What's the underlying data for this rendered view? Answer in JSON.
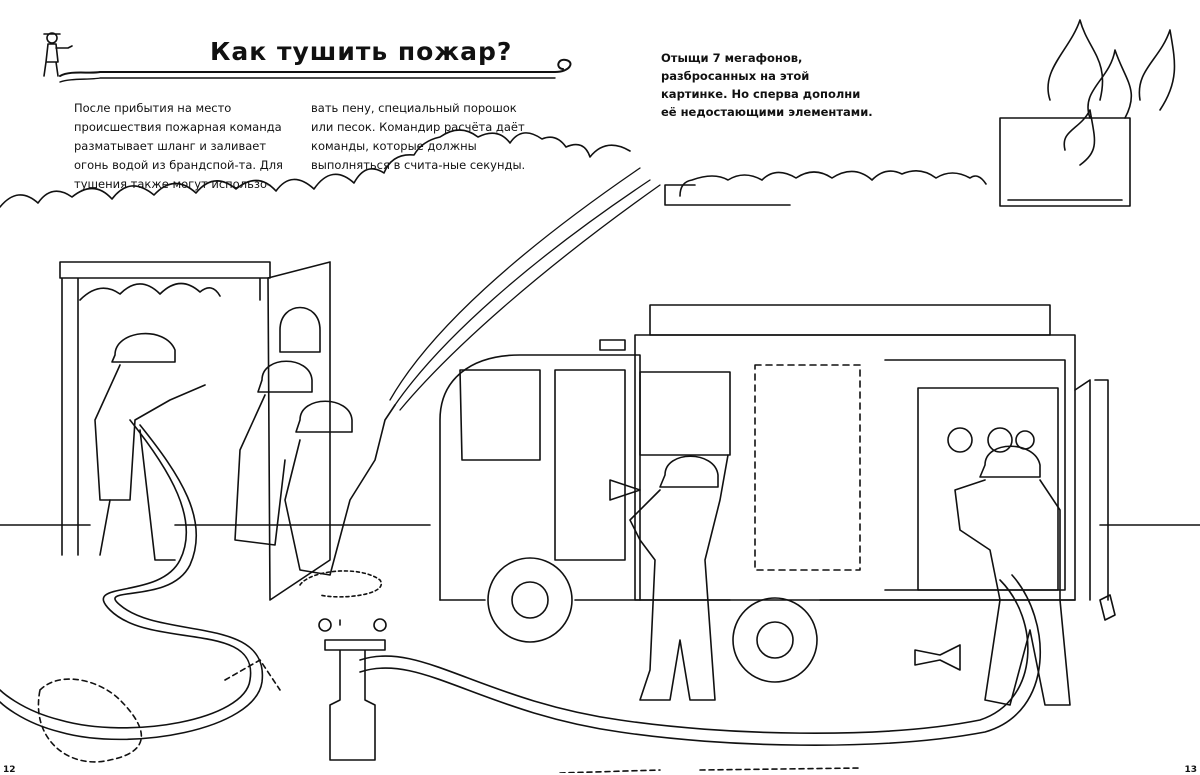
{
  "title": "Как тушить пожар?",
  "intro_text": {
    "col1": "После прибытия на место происшествия пожарная команда разматывает шланг и заливает огонь водой из брандспой-та. Для тушения также могут использо-",
    "col2": "вать пену, специальный порошок или песок. Командир расчёта даёт команды, которые должны выполняться в счита-ные секунды."
  },
  "task_text": "Отыщи 7 мегафонов, разбросанных на этой картинке. Но сперва дополни её недостающими элементами.",
  "page_numbers": {
    "left": "12",
    "right": "13"
  }
}
